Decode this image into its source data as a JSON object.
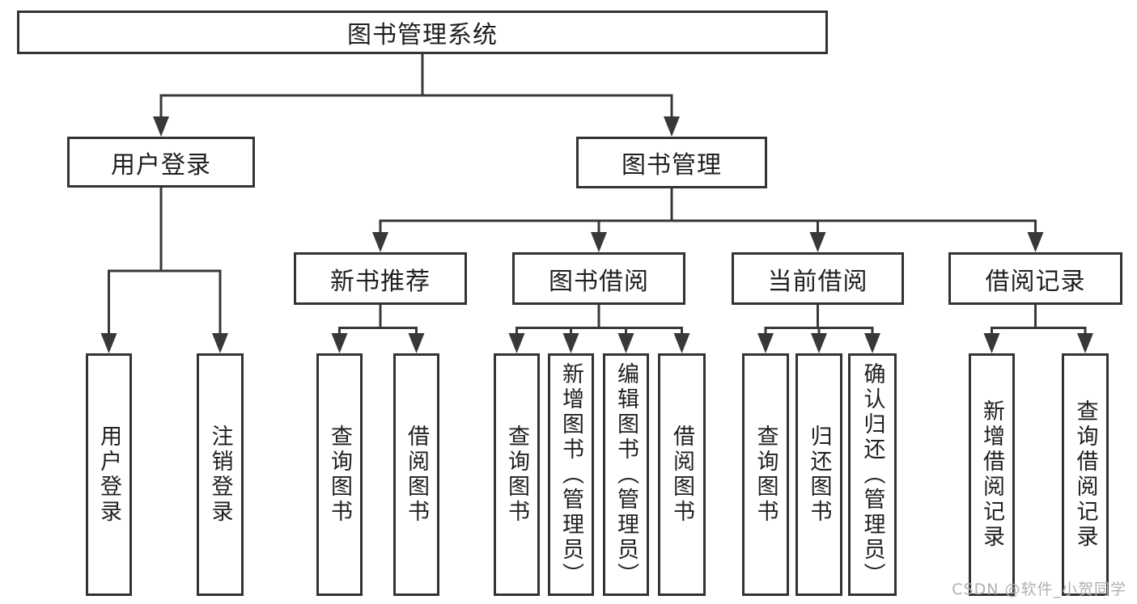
{
  "diagram_title": "图书管理系统",
  "tree": {
    "label": "图书管理系统",
    "children": [
      {
        "label": "用户登录",
        "children": [
          {
            "label": "用户登录"
          },
          {
            "label": "注销登录"
          }
        ]
      },
      {
        "label": "图书管理",
        "children": [
          {
            "label": "新书推荐",
            "children": [
              {
                "label": "查询图书"
              },
              {
                "label": "借阅图书"
              }
            ]
          },
          {
            "label": "图书借阅",
            "children": [
              {
                "label": "查询图书"
              },
              {
                "label": "新增图书（管理员）"
              },
              {
                "label": "编辑图书（管理员）"
              },
              {
                "label": "借阅图书"
              }
            ]
          },
          {
            "label": "当前借阅",
            "children": [
              {
                "label": "查询图书"
              },
              {
                "label": "归还图书"
              },
              {
                "label": "确认归还（管理员）"
              }
            ]
          },
          {
            "label": "借阅记录",
            "children": [
              {
                "label": "新增借阅记录"
              },
              {
                "label": "查询借阅记录"
              }
            ]
          }
        ]
      }
    ]
  },
  "watermark": "CSDN @软件_小贺同学",
  "colors": {
    "line": "#383838",
    "box_border": "#333333",
    "text": "#1f1f1f",
    "watermark": "#b0b0b0",
    "background": "#ffffff"
  }
}
